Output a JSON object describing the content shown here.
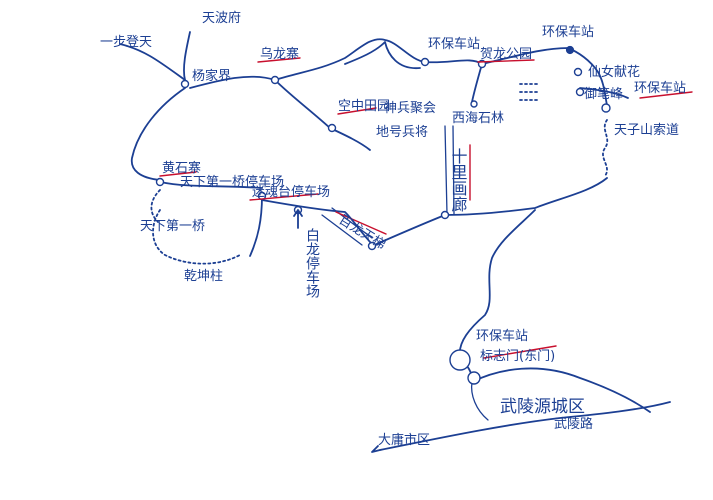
{
  "labels": {
    "yibutian": "一步登天",
    "tianbofu": "天波府",
    "yangjiajie": "杨家界",
    "wulongzhai": "乌龙寨",
    "kongzhongtianyuan": "空中田园",
    "shenbingjuhui": "神兵聚会",
    "dihaobingxing": "地号兵将",
    "huanbao_top": "环保车站",
    "hejiawan": "贺龙公园",
    "huanbao_tr": "环保车站",
    "xihaishilin": "西海石林",
    "shanshanfenghua": "仙女献花",
    "yubiguangchang": "御笔峰",
    "huanbao_right": "环保车站",
    "tianzishan": "天子山索道",
    "shilihualang": "十里画廊",
    "huangshijie": "黄石寨",
    "tianxiadiyiqiao_stop": "天下第一桥停车场",
    "mihunstop": "迷魂台停车场",
    "tianxiadiyiqiao": "天下第一桥",
    "qiankunzhu": "乾坤柱",
    "bailongtiti": "百龙天梯",
    "ziyuanbangchang": "白龙停车场",
    "huanbao_bottom": "环保车站",
    "biaozhimen": "标志门(东门)",
    "wulingyuancheng": "武陵源城区",
    "wulinglu": "武陵路",
    "dayongshiqu": "大庸市区"
  },
  "colors": {
    "ink": "#1c3f93",
    "underline": "#c8102e"
  }
}
